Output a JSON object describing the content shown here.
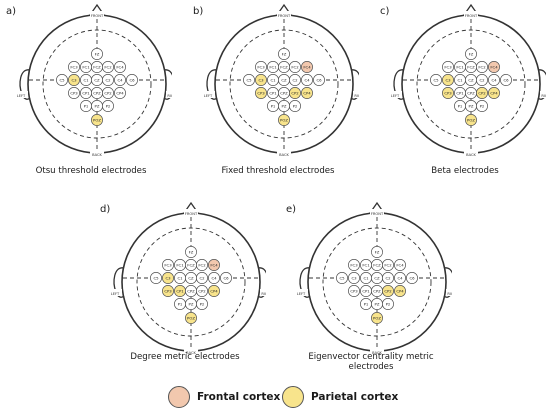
{
  "colors": {
    "frontal": "#f2c8ae",
    "parietal": "#f8e48c",
    "outline": "#333333",
    "empty": "#ffffff"
  },
  "head_labels": {
    "front": "FRONT",
    "left": "LEFT",
    "right": "RIGHT",
    "back": "BACK"
  },
  "electrodes": [
    "FZ",
    "FC3",
    "FC1",
    "FCZ",
    "FC2",
    "FC4",
    "C5",
    "C3",
    "C1",
    "CZ",
    "C2",
    "C4",
    "C6",
    "CP3",
    "CP1",
    "CPZ",
    "CP2",
    "CP4",
    "P1",
    "PZ",
    "P2",
    "POZ"
  ],
  "panels": [
    {
      "letter": "a)",
      "caption": "Otsu threshold electrodes",
      "frontal": [],
      "parietal": [
        "C3",
        "POZ"
      ]
    },
    {
      "letter": "b)",
      "caption": "Fixed threshold electrodes",
      "frontal": [
        "FC4"
      ],
      "parietal": [
        "C3",
        "CP3",
        "CP2",
        "CP4",
        "POZ"
      ]
    },
    {
      "letter": "c)",
      "caption": "Beta electrodes",
      "frontal": [
        "FC4"
      ],
      "parietal": [
        "C3",
        "CP3",
        "CP2",
        "CP4",
        "POZ"
      ]
    },
    {
      "letter": "d)",
      "caption": "Degree metric electrodes",
      "frontal": [
        "FC4"
      ],
      "parietal": [
        "C3",
        "CP3",
        "CP1",
        "CP4",
        "POZ"
      ]
    },
    {
      "letter": "e)",
      "caption": "Eigenvector centrality metric electrodes",
      "frontal": [],
      "parietal": [
        "CP2",
        "CP4",
        "POZ"
      ]
    }
  ],
  "legend": {
    "frontal_label": "Frontal cortex",
    "parietal_label": "Parietal cortex"
  }
}
